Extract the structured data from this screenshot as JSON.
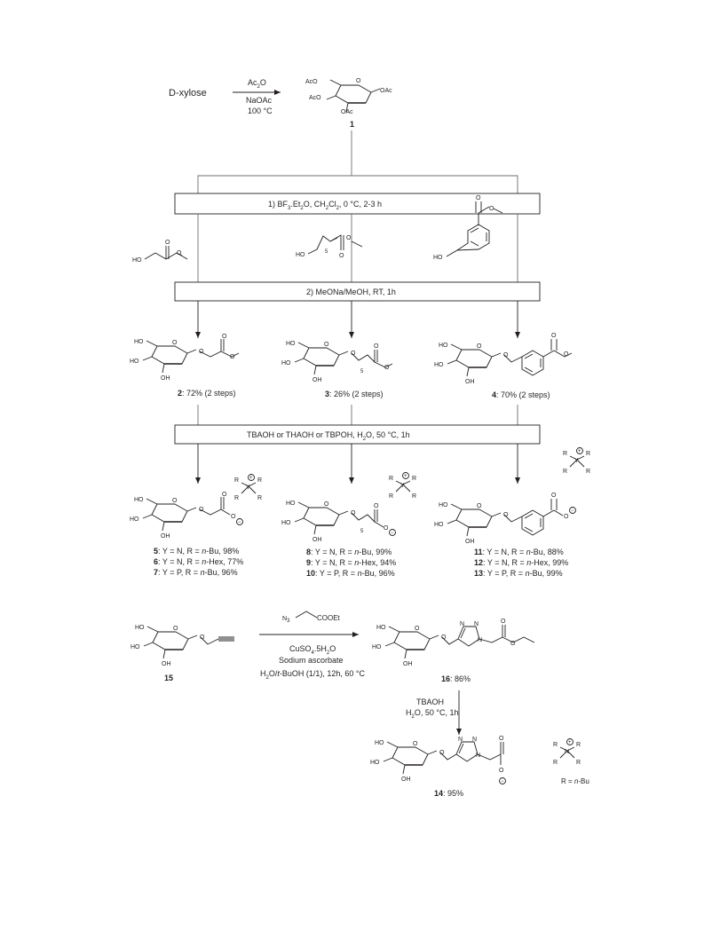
{
  "scheme": {
    "start_material": "D-xylose",
    "step1": {
      "above": "Ac",
      "above_sub": "2",
      "above_end": "O",
      "below1": "NaOAc",
      "below2": "100 °C"
    },
    "cmpd1": {
      "label": "1",
      "ac": "AcO",
      "oac": "OAc"
    },
    "box1": {
      "a": "1) BF",
      "b": "3",
      "c": ".Et",
      "d": "2",
      "e": "O, CH",
      "f": "2",
      "g": "Cl",
      "h": "2",
      "i": ", 0 °C, 2-3 h"
    },
    "box2": {
      "text": "2) MeONa/MeOH, RT, 1h"
    },
    "box3": {
      "a": "TBAOH or THAOH or TBPOH, H",
      "b": "2",
      "c": "O, 50 °C, 1h"
    },
    "atoms": {
      "ho": "HO",
      "oh": "OH",
      "o": "O",
      "n": "N",
      "y": "Y",
      "p": "P",
      "r": "R",
      "plus": "+",
      "minus": "−",
      "five": "5"
    },
    "cmpd2": {
      "num": "2",
      "yield": ": 72% (2 steps)"
    },
    "cmpd3": {
      "num": "3",
      "yield": ": 26% (2 steps)"
    },
    "cmpd4": {
      "num": "4",
      "yield": ": 70% (2 steps)"
    },
    "salts_left": [
      {
        "num": "5",
        "pre": ": Y = N, R = ",
        "it": "n",
        "post": "-Bu, 98%"
      },
      {
        "num": "6",
        "pre": ": Y = N, R = ",
        "it": "n",
        "post": "-Hex, 77%"
      },
      {
        "num": "7",
        "pre": ": Y = P, R = ",
        "it": "n",
        "post": "-Bu, 96%"
      }
    ],
    "salts_mid": [
      {
        "num": "8",
        "pre": ": Y = N, R = ",
        "it": "n",
        "post": "-Bu, 99%"
      },
      {
        "num": "9",
        "pre": ": Y = N, R = ",
        "it": "n",
        "post": "-Hex, 94%"
      },
      {
        "num": "10",
        "pre": ": Y = P, R = ",
        "it": "n",
        "post": "-Bu,  96%"
      }
    ],
    "salts_right": [
      {
        "num": "11",
        "pre": ": Y = N, R = ",
        "it": "n",
        "post": "-Bu, 88%"
      },
      {
        "num": "12",
        "pre": ": Y = N, R = ",
        "it": "n",
        "post": "-Hex, 99%"
      },
      {
        "num": "13",
        "pre": ": Y = P, R = ",
        "it": "n",
        "post": "-Bu, 99%"
      }
    ],
    "click": {
      "cmpd15": "15",
      "azide_n3": "N",
      "azide_sub": "3",
      "azide_ester": "COOEt",
      "cat_a": "CuSO",
      "cat_sub": "4",
      "cat_b": ".5H",
      "cat_sub2": "2",
      "cat_c": "O",
      "reductant": "Sodium ascorbate",
      "solv_a": "H",
      "solv_sub": "2",
      "solv_b": "O/",
      "solv_it": "t",
      "solv_c": "-BuOH (1/1), 12h, 60 °C",
      "cmpd16_num": "16",
      "cmpd16_yield": ": 86%",
      "sap_reagent": "TBAOH",
      "sap_a": "H",
      "sap_sub": "2",
      "sap_b": "O, 50 °C, 1h",
      "cmpd14_num": "14",
      "cmpd14_yield": ": 95%",
      "r_def_a": "R = ",
      "r_def_it": "n",
      "r_def_b": "-Bu"
    }
  }
}
